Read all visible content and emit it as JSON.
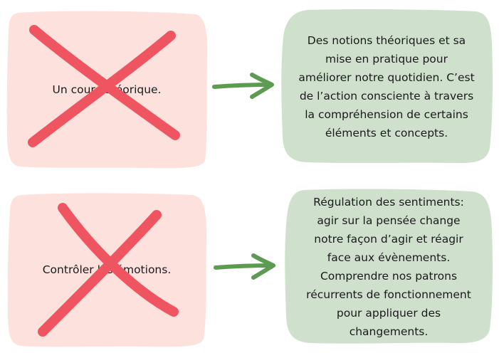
{
  "colors": {
    "pink_box": "#fde1dd",
    "green_box": "#cfe1cd",
    "cross_red": "#ef5560",
    "arrow_green": "#5d9b52"
  },
  "rows": [
    {
      "rejected": "Un cours théorique.",
      "accepted": "Des notions théoriques et sa mise en pratique pour améliorer notre quotidien. C’est de l’action consciente à travers la compréhension de certains éléments et concepts."
    },
    {
      "rejected": "Contrôler les émotions.",
      "accepted": "Régulation des sentiments: agir sur la pensée change notre façon d’agir et réagir face aux évènements. Comprendre nos patrons récurrents de fonctionnement pour appliquer des changements."
    }
  ]
}
